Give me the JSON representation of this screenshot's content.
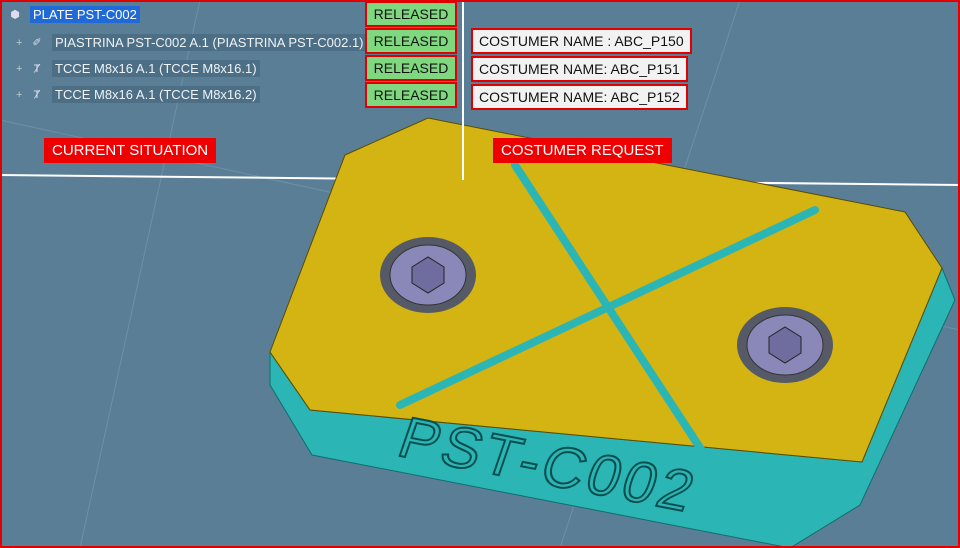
{
  "tree": {
    "root": {
      "label": "PLATE PST-C002",
      "icon": "product-icon"
    },
    "children": [
      {
        "label": "PIASTRINA PST-C002 A.1 (PIASTRINA PST-C002.1)",
        "icon": "part-icon"
      },
      {
        "label": "TCCE M8x16 A.1 (TCCE M8x16.1)",
        "icon": "screw-icon"
      },
      {
        "label": "TCCE M8x16 A.1 (TCCE M8x16.2)",
        "icon": "screw-icon"
      }
    ]
  },
  "status": [
    "RELEASED",
    "RELEASED",
    "RELEASED",
    "RELEASED"
  ],
  "customer_names": [
    "COSTUMER NAME : ABC_P150",
    "COSTUMER NAME: ABC_P151",
    "COSTUMER NAME: ABC_P152"
  ],
  "labels": {
    "current": "CURRENT SITUATION",
    "request": "COSTUMER REQUEST"
  },
  "model": {
    "engraving": "PST-C002"
  },
  "colors": {
    "background": "#5a7e95",
    "plate_top": "#d4b413",
    "plate_side": "#2bb5b5",
    "accent": "#ee0000",
    "released": "#7fd87f"
  }
}
